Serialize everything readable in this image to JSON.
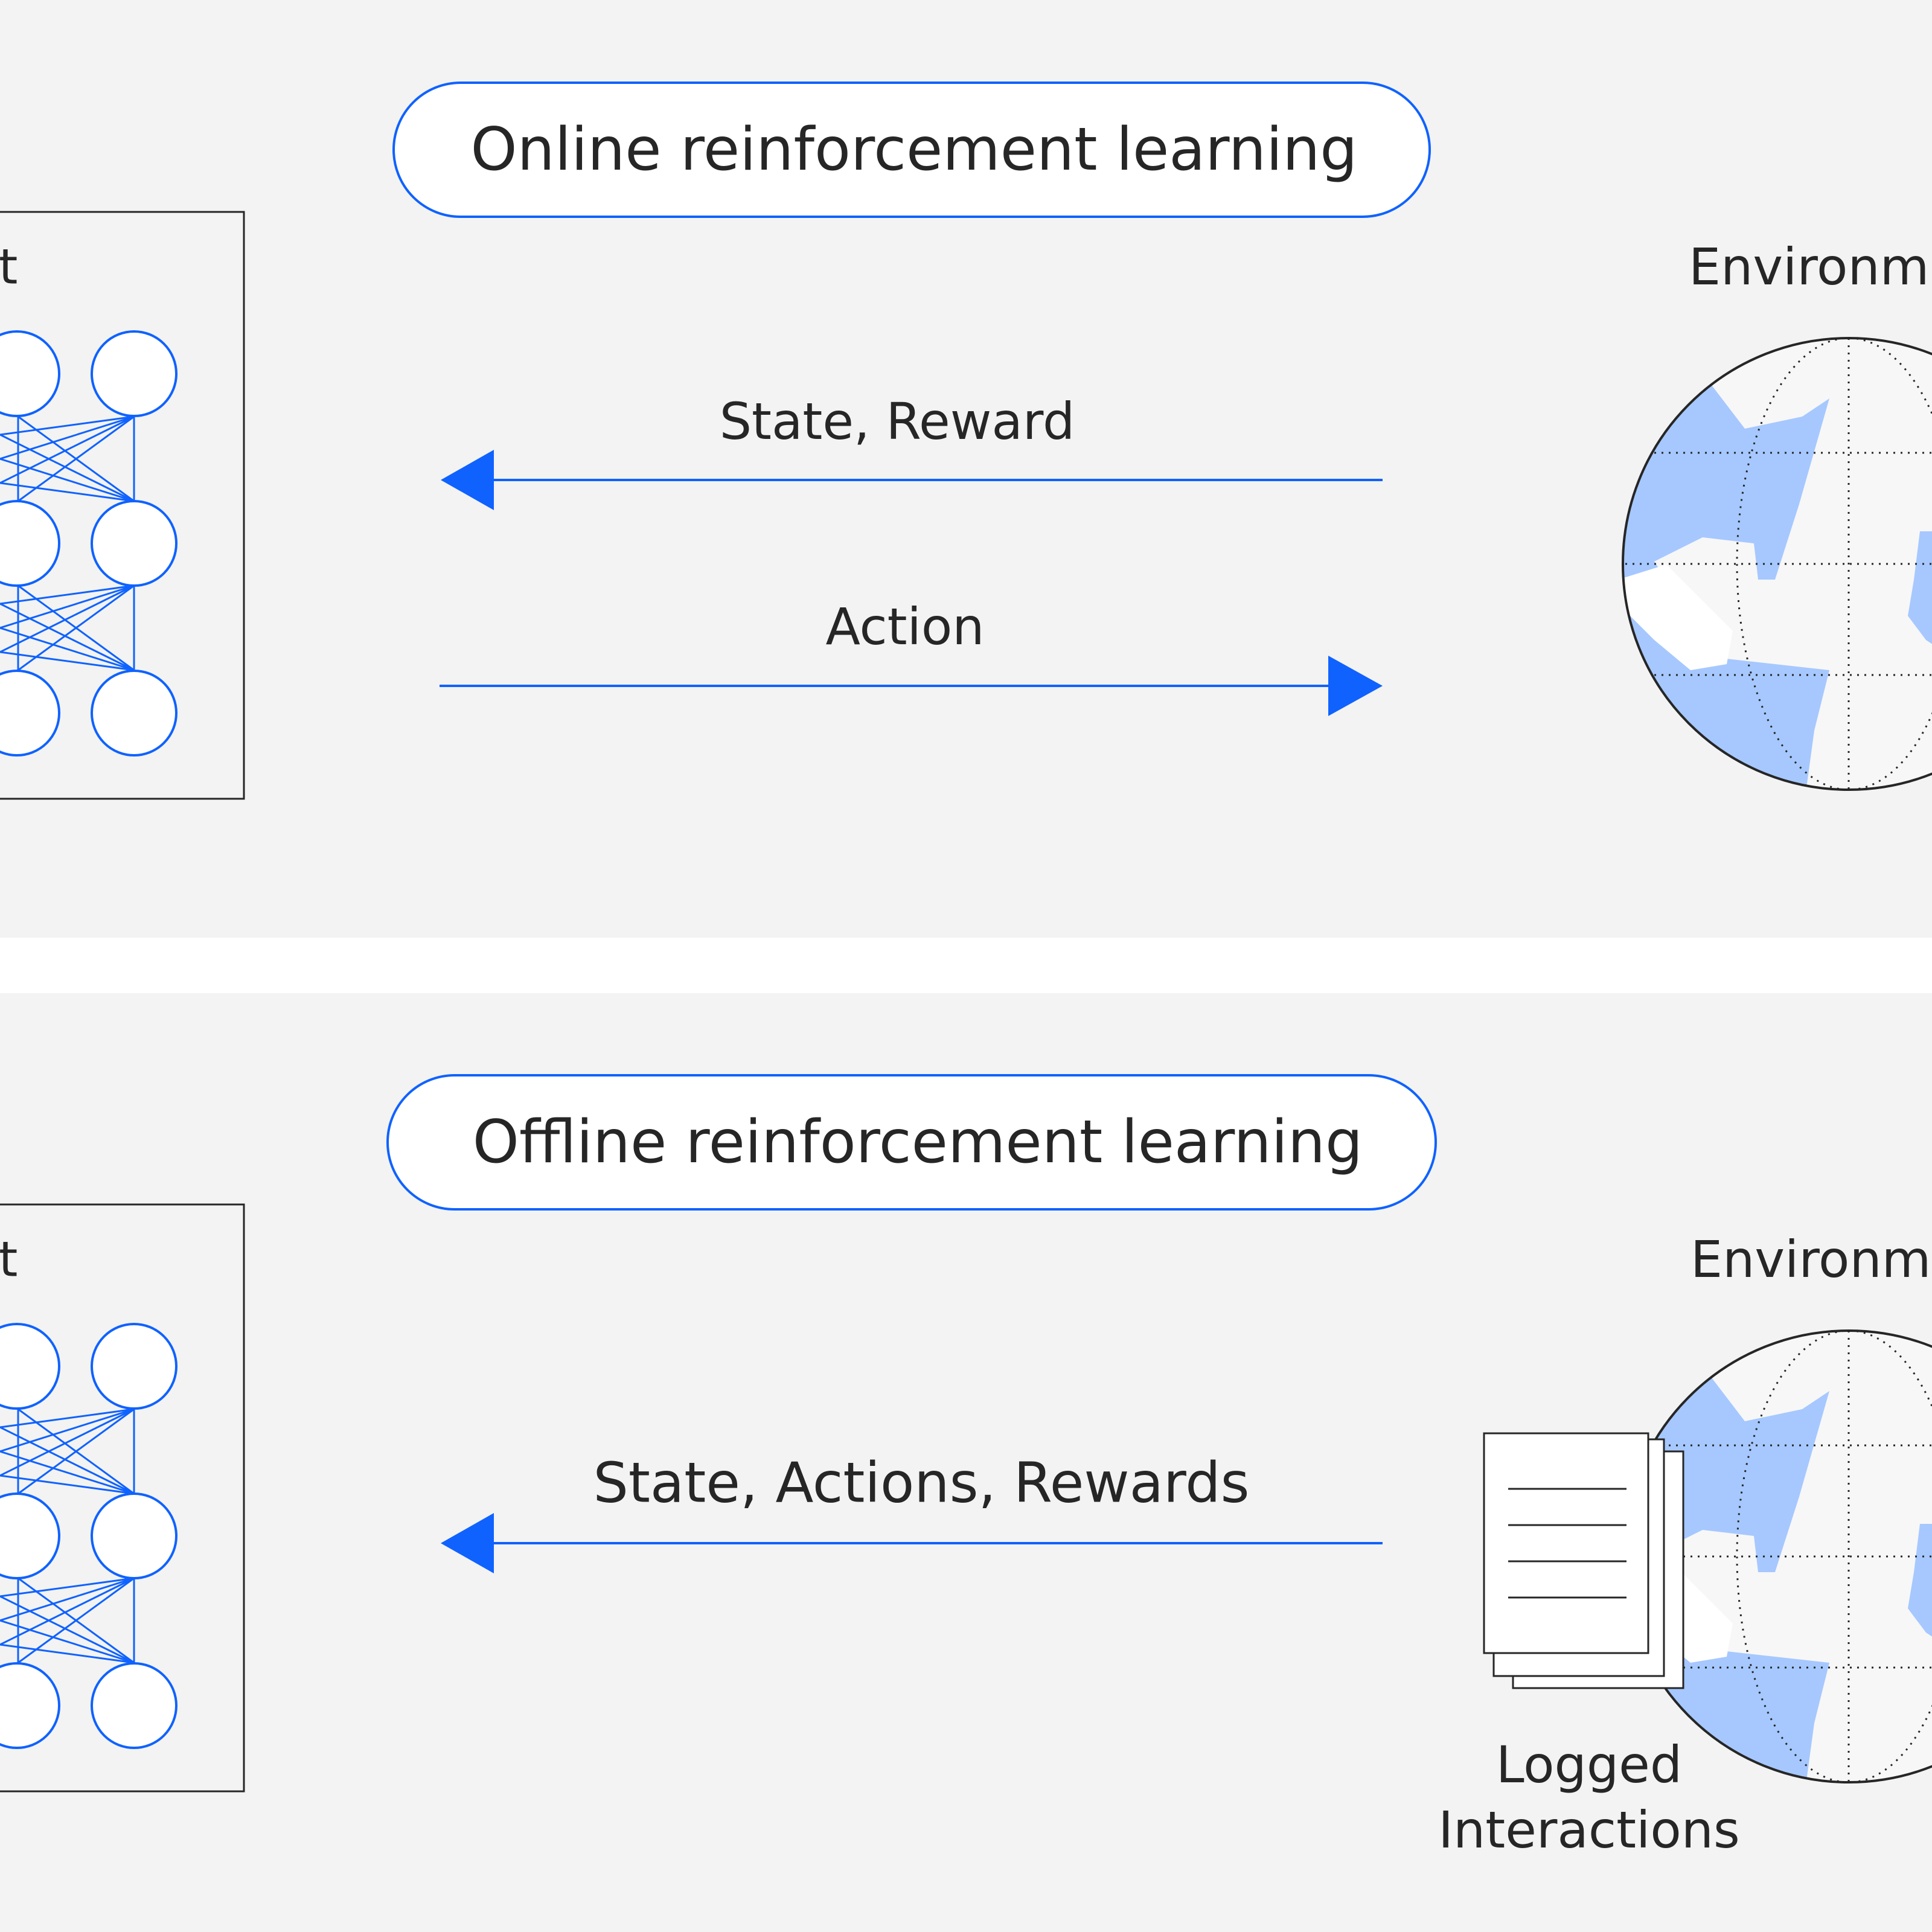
{
  "colors": {
    "panel_bg": "#f3f3f3",
    "separator": "#ffffff",
    "accent_blue": "#0f62fe",
    "land_blue": "#a6c8ff",
    "globe_fill": "#f7f7f7",
    "text": "#262626",
    "outline": "#262626"
  },
  "online": {
    "title": "Online reinforcement learning",
    "agent_label": "t",
    "environment_label": "Environm",
    "state_reward_label": "State, Reward",
    "action_label": "Action"
  },
  "offline": {
    "title": "Offline reinforcement learning",
    "agent_label": "t",
    "environment_label": "Environm",
    "data_label": "State, Actions, Rewards",
    "logged_label_line1": "Logged",
    "logged_label_line2": "Interactions"
  },
  "icons": {
    "agent": "neural-network-icon",
    "environment": "globe-icon",
    "logged": "documents-stack-icon",
    "arrow": "arrowhead-icon"
  }
}
